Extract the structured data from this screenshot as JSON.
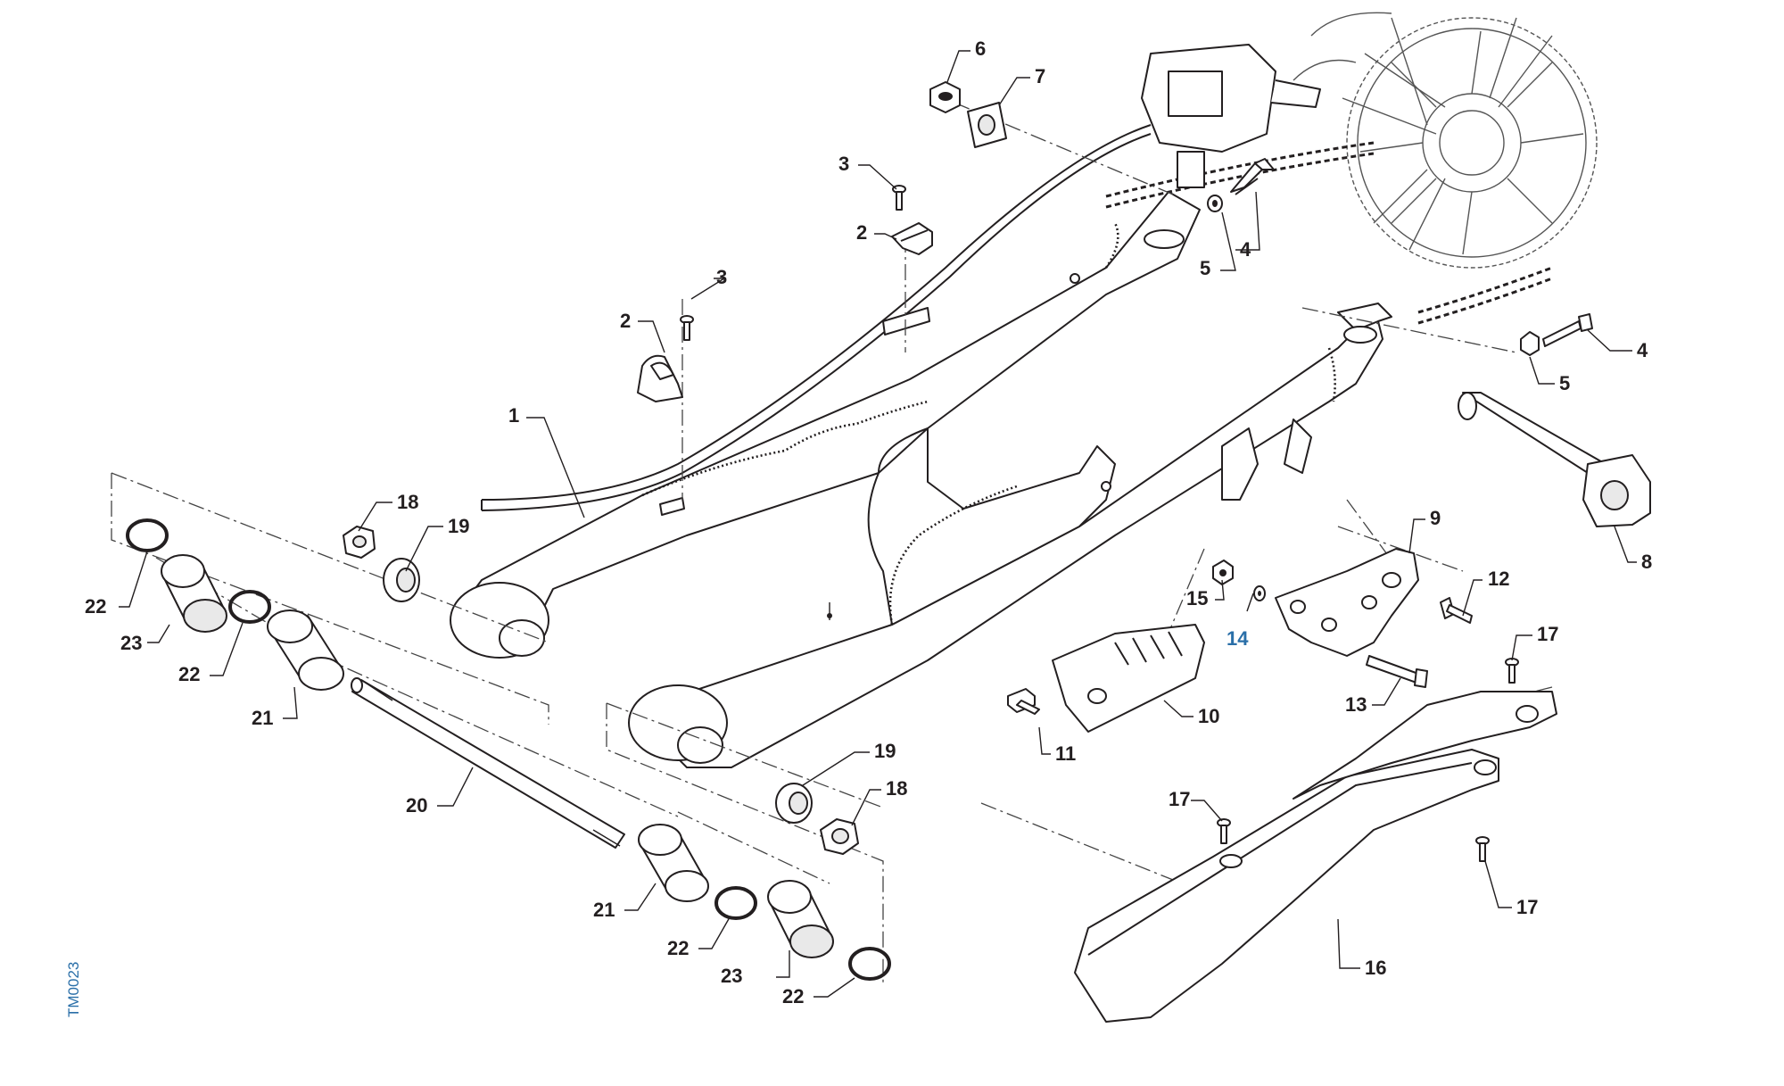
{
  "figure_code": "TM0023",
  "highlight_color": "#2a6fa8",
  "ink_color": "#231f20",
  "callouts": [
    {
      "id": "c1",
      "label": "1"
    },
    {
      "id": "c2a",
      "label": "2"
    },
    {
      "id": "c2b",
      "label": "2"
    },
    {
      "id": "c3a",
      "label": "3"
    },
    {
      "id": "c3b",
      "label": "3"
    },
    {
      "id": "c4a",
      "label": "4"
    },
    {
      "id": "c4b",
      "label": "4"
    },
    {
      "id": "c5a",
      "label": "5"
    },
    {
      "id": "c5b",
      "label": "5"
    },
    {
      "id": "c6",
      "label": "6"
    },
    {
      "id": "c7",
      "label": "7"
    },
    {
      "id": "c8",
      "label": "8"
    },
    {
      "id": "c9",
      "label": "9"
    },
    {
      "id": "c10",
      "label": "10"
    },
    {
      "id": "c11",
      "label": "11"
    },
    {
      "id": "c12",
      "label": "12"
    },
    {
      "id": "c13",
      "label": "13"
    },
    {
      "id": "c14",
      "label": "14",
      "highlighted": true
    },
    {
      "id": "c15",
      "label": "15"
    },
    {
      "id": "c16",
      "label": "16"
    },
    {
      "id": "c17a",
      "label": "17"
    },
    {
      "id": "c17b",
      "label": "17"
    },
    {
      "id": "c17c",
      "label": "17"
    },
    {
      "id": "c18a",
      "label": "18"
    },
    {
      "id": "c18b",
      "label": "18"
    },
    {
      "id": "c19a",
      "label": "19"
    },
    {
      "id": "c19b",
      "label": "19"
    },
    {
      "id": "c20",
      "label": "20"
    },
    {
      "id": "c21a",
      "label": "21"
    },
    {
      "id": "c21b",
      "label": "21"
    },
    {
      "id": "c22a",
      "label": "22"
    },
    {
      "id": "c22b",
      "label": "22"
    },
    {
      "id": "c22c",
      "label": "22"
    },
    {
      "id": "c22d",
      "label": "22"
    },
    {
      "id": "c23a",
      "label": "23"
    },
    {
      "id": "c23b",
      "label": "23"
    }
  ]
}
